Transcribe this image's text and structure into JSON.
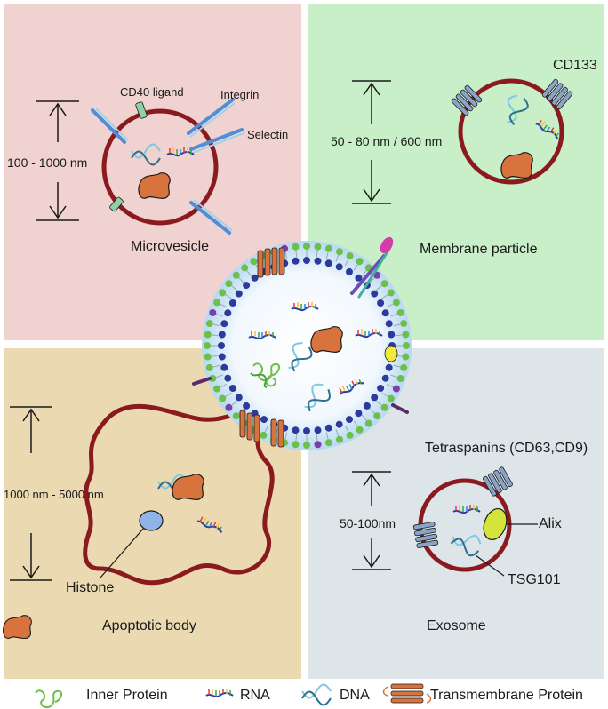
{
  "panels": {
    "microvesicle": {
      "title": "Microvesicle",
      "size": "100 - 1000 nm",
      "markers": [
        "CD40 ligand",
        "Integrin",
        "Selectin"
      ]
    },
    "membrane_particle": {
      "title": "Membrane particle",
      "size": "50 - 80 nm / 600 nm",
      "markers": [
        "CD133"
      ]
    },
    "apoptotic_body": {
      "title": "Apoptotic body",
      "size": "1000 nm - 5000 nm",
      "markers": [
        "Histone"
      ]
    },
    "exosome": {
      "title": "Exosome",
      "size": "50-100nm",
      "markers": [
        "Tetraspanins (CD63,CD9)",
        "Alix",
        "TSG101"
      ]
    }
  },
  "legend": {
    "inner_protein": "Inner Protein",
    "rna": "RNA",
    "dna": "DNA",
    "transmembrane_protein": "Transmembrane Protein"
  },
  "colors": {
    "microvesicle_bg": "#f0d3d0",
    "membrane_bg": "#c9efc8",
    "apoptotic_bg": "#ead9b1",
    "exosome_bg": "#dde5e8",
    "vesicle_outline": "#8b1a1f",
    "protein": "#d9733d",
    "lipid_green": "#6cc04a",
    "lipid_blue": "#2c3a9e"
  }
}
